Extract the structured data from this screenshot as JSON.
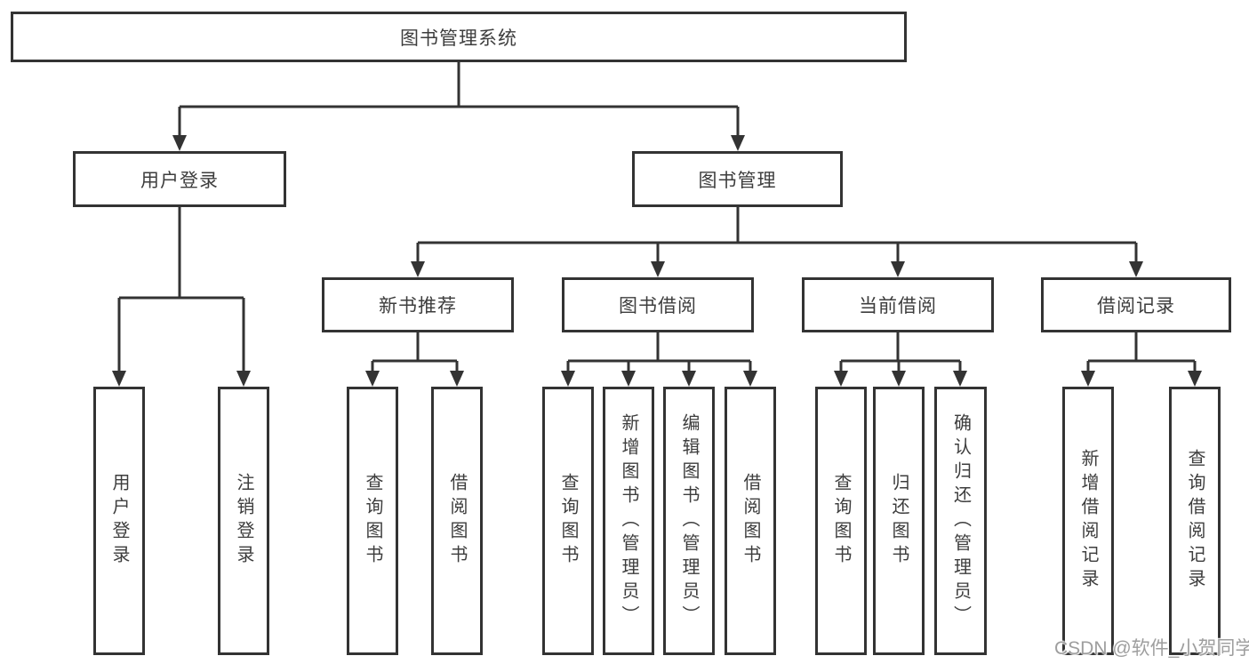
{
  "watermark": "CSDN @软件_小贺同学",
  "colors": {
    "line": "#333333",
    "text": "#3d3d3d",
    "watermark": "#9e9e9e",
    "background": "#ffffff"
  },
  "tree": {
    "root": "图书管理系统",
    "branches": [
      {
        "label": "用户登录",
        "children": [
          "用户登录",
          "注销登录"
        ]
      },
      {
        "label": "图书管理",
        "groups": [
          {
            "label": "新书推荐",
            "children": [
              "查询图书",
              "借阅图书"
            ]
          },
          {
            "label": "图书借阅",
            "children": [
              "查询图书",
              "新增图书（管理员）",
              "编辑图书（管理员）",
              "借阅图书"
            ]
          },
          {
            "label": "当前借阅",
            "children": [
              "查询图书",
              "归还图书",
              "确认归还（管理员）"
            ]
          },
          {
            "label": "借阅记录",
            "children": [
              "新增借阅记录",
              "查询借阅记录"
            ]
          }
        ]
      }
    ]
  }
}
